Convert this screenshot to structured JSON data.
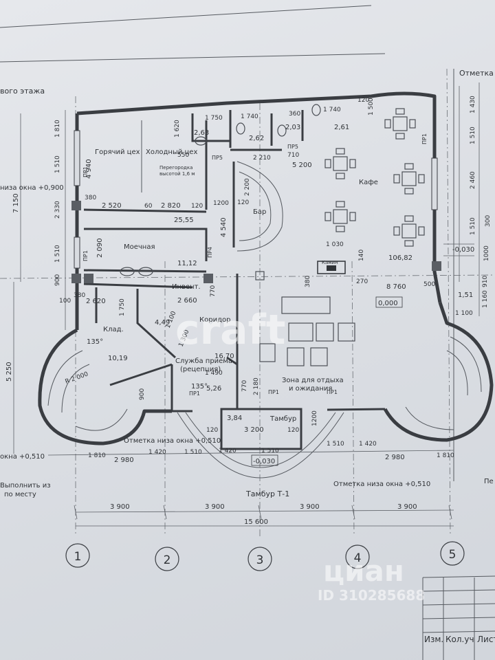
{
  "header": {
    "floor_label_partial": "вого этажа",
    "elevation_label": "Отметка"
  },
  "rooms": {
    "hot_shop": "Горячий цех",
    "cold_shop": "Холодный цех",
    "partition": "Перегородка",
    "partition_height": "высотой 1,6 м",
    "washroom": "Моечная",
    "inventory": "Инвент.",
    "storage": "Клад.",
    "corridor": "Коридор",
    "bar": "Бар",
    "cafe": "Кафе",
    "fireplace": "Камин",
    "reception_1": "Служба приема",
    "reception_2": "(рецепция)",
    "lounge_1": "Зона для отдыха",
    "lounge_2": "и ожидания",
    "vestibule": "Тамбур",
    "vestibule_t1": "Тамбур Т-1"
  },
  "areas": {
    "a263": "2,63",
    "a262": "2,62",
    "a203": "2,03",
    "a261": "2,61",
    "a2555": "25,55",
    "a1112": "11,12",
    "a449": "4,49",
    "a1019": "10,19",
    "a1670": "16,70",
    "a526": "5,26",
    "a384": "3,84",
    "a10682": "106,82",
    "a151": "1,51"
  },
  "dims": {
    "d1810": "1 810",
    "d1510": "1 510",
    "d2330": "2 330",
    "d900": "900",
    "d7150": "7 150",
    "d5250": "5 250",
    "d4940": "4 940",
    "d2090": "2 090",
    "d380": "380",
    "d2520": "2 520",
    "d2820": "2 820",
    "d60": "60",
    "d120": "120",
    "d1200": "1200",
    "d4540": "4 540",
    "d2200": "2 200",
    "d1620": "1 620",
    "d550": "550",
    "d1750": "1 750",
    "d1740": "1 740",
    "d360": "360",
    "d2210": "2 210",
    "d710": "710",
    "d5200": "5 200",
    "d1500": "1 500",
    "d1030": "1 030",
    "d140": "140",
    "d270": "270",
    "d8760": "8 760",
    "d500": "500",
    "d100": "100",
    "d2620": "2 620",
    "d2660": "2 660",
    "d770": "770",
    "d1300": "1 300",
    "d1100": "1 100",
    "d1490": "1 490",
    "d2180": "2 180",
    "d3200": "3 200",
    "d1420": "1 420",
    "d2980": "2 980",
    "d3900": "3 900",
    "d15600": "15 600",
    "d1430": "1 430",
    "d2460": "2 460",
    "d1160": "1 160",
    "d910": "910",
    "d300": "300",
    "d1000": "1000",
    "d2000": "R 2 000",
    "d135": "135°"
  },
  "marks": {
    "pr1": "ПР1",
    "pr4": "ПР4",
    "pr5": "ПР5",
    "window_090": "низа окна +0,900",
    "window_0510": "Отметка низа окна +0,510",
    "window_0510_short": "окна +0,510",
    "elev_000": "0,000",
    "elev_m030": "-0,030",
    "note_1": "Выполнить из",
    "note_2": "по месту",
    "right_partial": "Пе"
  },
  "axes": {
    "a1": "1",
    "a2": "2",
    "a3": "3",
    "a4": "4",
    "a5": "5"
  },
  "title_block": {
    "c1": "Изм.",
    "c2": "Кол.уч",
    "c3": "Лист"
  },
  "watermarks": {
    "center": "craft",
    "bottom": "циан",
    "bottom_id": "ID 310285688"
  }
}
